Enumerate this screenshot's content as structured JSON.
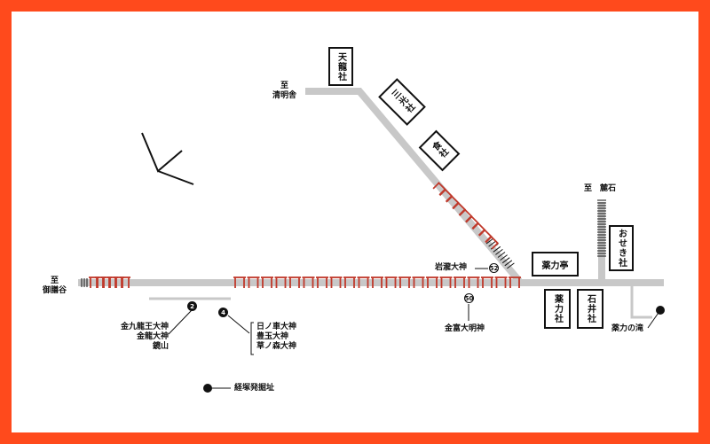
{
  "destinations": {
    "seimeisha": {
      "line1": "至",
      "line2": "清明舎"
    },
    "gozendani": {
      "line1": "至",
      "line2": "御膳谷"
    },
    "kiseki": "至　麓石"
  },
  "shrines": {
    "tenryusha": "天龍社",
    "sankosha": "三光社",
    "shokusha": "食社",
    "oseki": "おせき社",
    "yakuriki_tei": "薬力亭",
    "yakuriki_sha": "薬力社",
    "ishii_sha": "石井社"
  },
  "places": {
    "iwataki": "岩瀧大神",
    "kinpu": "金富大明神",
    "yakuriki_taki": "薬力の滝",
    "kyozuka": "経塚発掘址"
  },
  "group_left": [
    "金九龍王大神",
    "金龍大神",
    "鏡山"
  ],
  "group_right": [
    "日ノ車大神",
    "豊玉大神",
    "草ノ森大神"
  ],
  "markers": {
    "m2": "2",
    "m4": "4",
    "m50": "50",
    "m52": "52"
  },
  "colors": {
    "border": "#ff4a1c",
    "path": "#c8c8c8",
    "torii": "#c0392b",
    "ink": "#111111"
  }
}
